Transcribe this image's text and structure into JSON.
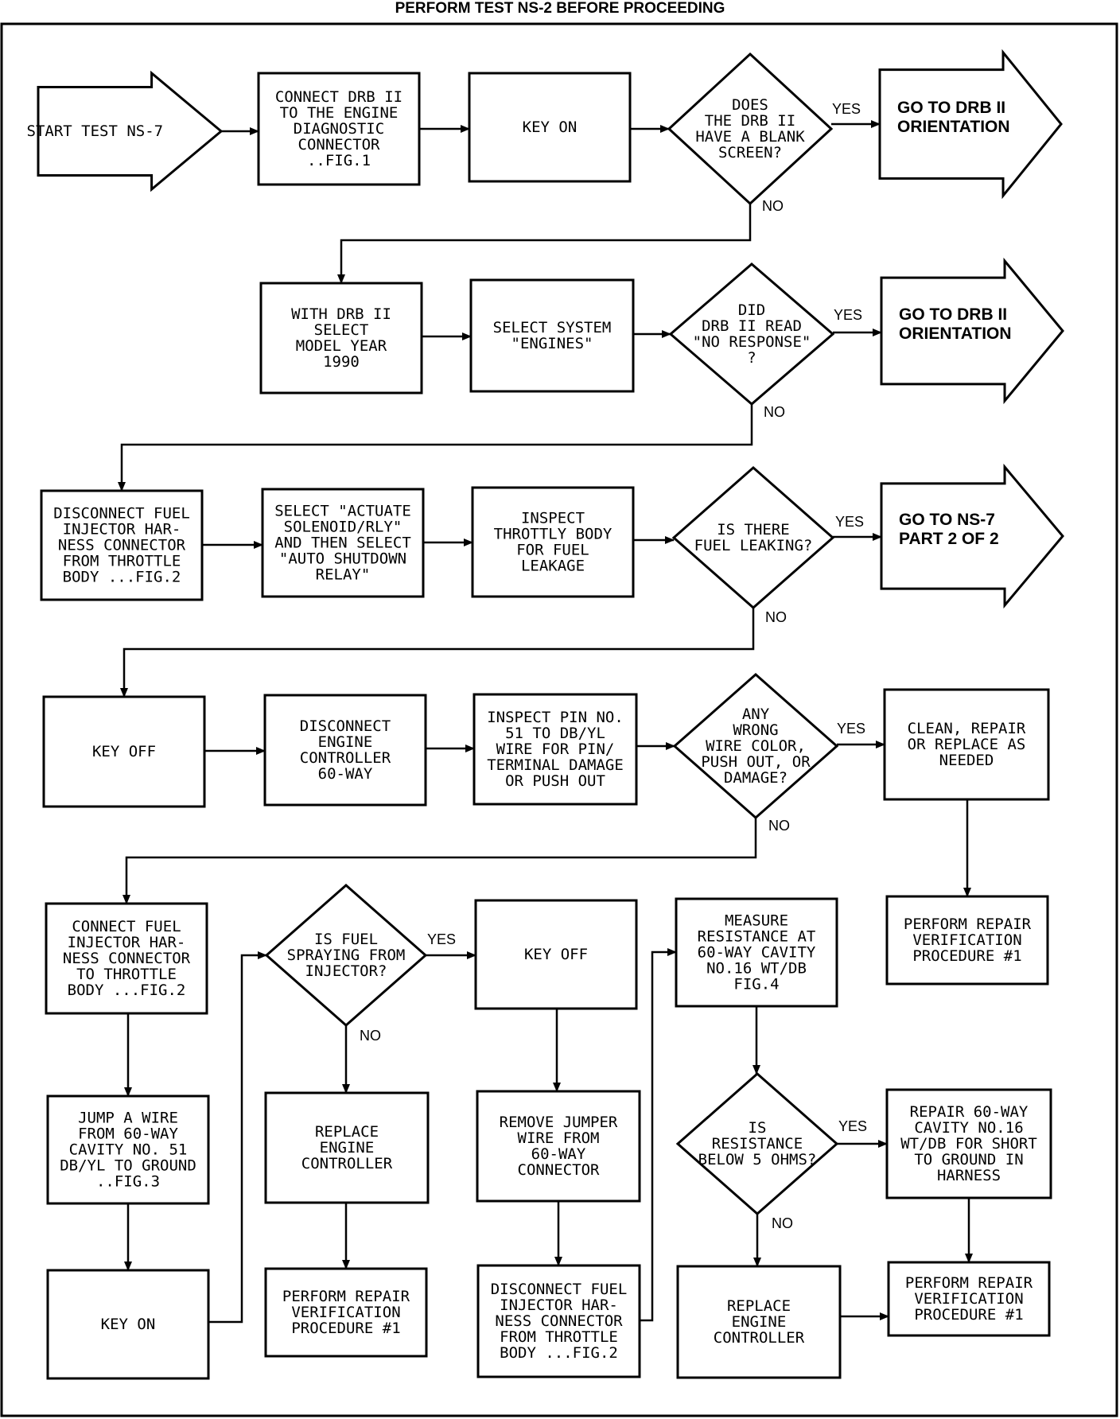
{
  "header": {
    "title": "PERFORM TEST NS-2 BEFORE PROCEEDING"
  },
  "labels": {
    "yes": "YES",
    "no": "NO"
  },
  "nodes": {
    "start": {
      "lines": [
        "START TEST NS-7"
      ]
    },
    "connect_drb": {
      "lines": [
        "CONNECT DRB II",
        "TO THE ENGINE",
        "DIAGNOSTIC",
        "CONNECTOR",
        "..FIG.1"
      ]
    },
    "key_on_1": {
      "lines": [
        "KEY ON"
      ]
    },
    "blank_screen": {
      "lines": [
        "DOES",
        "THE DRB II",
        "HAVE A BLANK",
        "SCREEN?"
      ]
    },
    "goto_orient_1": {
      "lines": [
        "GO TO DRB II",
        "ORIENTATION"
      ]
    },
    "model_year": {
      "lines": [
        "WITH DRB II",
        "SELECT",
        "MODEL YEAR",
        "1990"
      ]
    },
    "select_system": {
      "lines": [
        "SELECT SYSTEM",
        "\"ENGINES\""
      ]
    },
    "no_response": {
      "lines": [
        "DID",
        "DRB II READ",
        "\"NO RESPONSE\"",
        "?"
      ]
    },
    "goto_orient_2": {
      "lines": [
        "GO TO DRB II",
        "ORIENTATION"
      ]
    },
    "disconnect_fuel_1": {
      "lines": [
        "DISCONNECT FUEL",
        "INJECTOR HAR-",
        "NESS CONNECTOR",
        "FROM THROTTLE",
        "BODY ...FIG.2"
      ]
    },
    "actuate": {
      "lines": [
        "SELECT \"ACTUATE",
        "SOLENOID/RLY\"",
        "AND THEN SELECT",
        "\"AUTO SHUTDOWN",
        "RELAY\""
      ]
    },
    "inspect_throttle": {
      "lines": [
        "INSPECT",
        "THROTTLY BODY",
        "FOR FUEL",
        "LEAKAGE"
      ]
    },
    "fuel_leaking": {
      "lines": [
        "IS THERE",
        "FUEL LEAKING?"
      ]
    },
    "goto_ns7": {
      "lines": [
        "GO TO NS-7",
        "PART 2 OF 2"
      ]
    },
    "key_off_1": {
      "lines": [
        "KEY OFF"
      ]
    },
    "disconnect_engine": {
      "lines": [
        "DISCONNECT",
        "ENGINE",
        "CONTROLLER",
        "60-WAY"
      ]
    },
    "inspect_pin": {
      "lines": [
        "INSPECT PIN NO.",
        "51 TO DB/YL",
        "WIRE FOR PIN/",
        "TERMINAL DAMAGE",
        "OR PUSH OUT"
      ]
    },
    "wrong_wire": {
      "lines": [
        "ANY",
        "WRONG",
        "WIRE COLOR,",
        "PUSH OUT, OR",
        "DAMAGE?"
      ]
    },
    "clean_repair": {
      "lines": [
        "CLEAN, REPAIR",
        "OR REPLACE AS",
        "NEEDED"
      ]
    },
    "perform_1": {
      "lines": [
        "PERFORM REPAIR",
        "VERIFICATION",
        "PROCEDURE #1"
      ]
    },
    "connect_fuel": {
      "lines": [
        "CONNECT FUEL",
        "INJECTOR HAR-",
        "NESS CONNECTOR",
        "TO THROTTLE",
        "BODY ...FIG.2"
      ]
    },
    "fuel_spraying": {
      "lines": [
        "IS FUEL",
        "SPRAYING FROM",
        "INJECTOR?"
      ]
    },
    "key_off_2": {
      "lines": [
        "KEY OFF"
      ]
    },
    "measure": {
      "lines": [
        "MEASURE",
        "RESISTANCE AT",
        "60-WAY CAVITY",
        "NO.16 WT/DB",
        "FIG.4"
      ]
    },
    "jump_wire": {
      "lines": [
        "JUMP A WIRE",
        "FROM 60-WAY",
        "CAVITY NO. 51",
        "DB/YL TO GROUND",
        "..FIG.3"
      ]
    },
    "replace_1": {
      "lines": [
        "REPLACE",
        "ENGINE",
        "CONTROLLER"
      ]
    },
    "remove_jumper": {
      "lines": [
        "REMOVE JUMPER",
        "WIRE FROM",
        "60-WAY",
        "CONNECTOR"
      ]
    },
    "resistance": {
      "lines": [
        "IS",
        "RESISTANCE",
        "BELOW 5 OHMS?"
      ]
    },
    "repair_cavity": {
      "lines": [
        "REPAIR 60-WAY",
        "CAVITY NO.16",
        "WT/DB FOR SHORT",
        "TO GROUND IN",
        "HARNESS"
      ]
    },
    "key_on_2": {
      "lines": [
        "KEY ON"
      ]
    },
    "perform_2": {
      "lines": [
        "PERFORM REPAIR",
        "VERIFICATION",
        "PROCEDURE #1"
      ]
    },
    "disconnect_fuel_2": {
      "lines": [
        "DISCONNECT FUEL",
        "INJECTOR HAR-",
        "NESS CONNECTOR",
        "FROM THROTTLE",
        "BODY ...FIG.2"
      ]
    },
    "replace_2": {
      "lines": [
        "REPLACE",
        "ENGINE",
        "CONTROLLER"
      ]
    },
    "perform_3": {
      "lines": [
        "PERFORM REPAIR",
        "VERIFICATION",
        "PROCEDURE #1"
      ]
    }
  }
}
